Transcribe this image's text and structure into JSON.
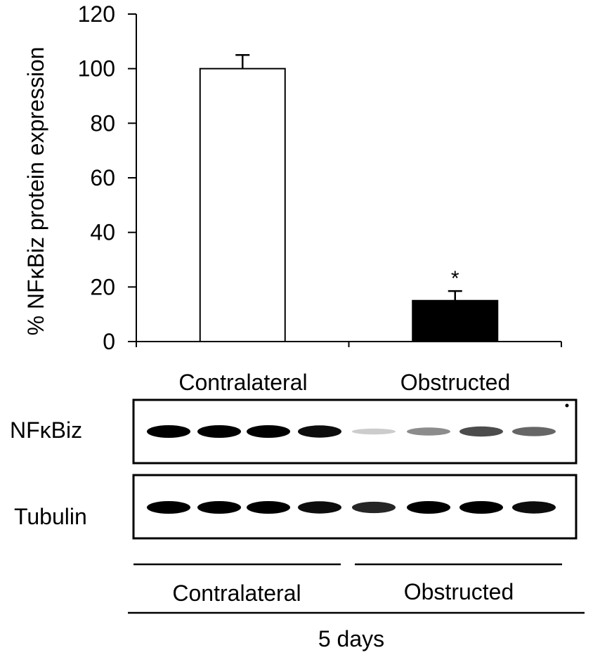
{
  "chart_data": {
    "type": "bar",
    "title": "",
    "xlabel": "",
    "ylabel": "% NFκBiz protein expression",
    "ylim": [
      0,
      120
    ],
    "yticks": [
      0,
      20,
      40,
      60,
      80,
      100,
      120
    ],
    "categories": [
      "Contralateral",
      "Obstructed"
    ],
    "values": [
      100,
      15
    ],
    "errors": [
      5,
      3.5
    ],
    "bar_colors": [
      "#ffffff",
      "#000000"
    ],
    "annotations": [
      {
        "category": "Obstructed",
        "text": "*"
      }
    ],
    "grid": false
  },
  "blot": {
    "header_labels": [
      "Contralateral",
      "Obstructed"
    ],
    "rows": [
      {
        "label": "NFκBiz",
        "intensities": [
          1.0,
          1.0,
          1.0,
          0.95,
          0.2,
          0.45,
          0.7,
          0.6
        ]
      },
      {
        "label": "Tubulin",
        "intensities": [
          1.0,
          1.0,
          1.0,
          0.95,
          0.85,
          1.0,
          1.0,
          0.95
        ]
      }
    ],
    "group_labels": [
      "Contralateral",
      "Obstructed"
    ],
    "timepoint": "5 days"
  }
}
